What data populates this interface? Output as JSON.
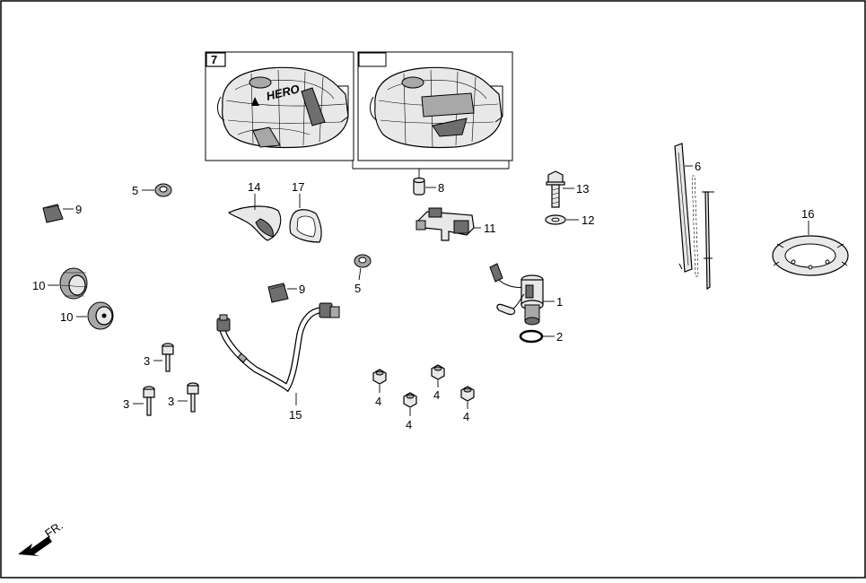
{
  "labels": {
    "p1": "1",
    "p2": "2",
    "p3a": "3",
    "p3b": "3",
    "p3c": "3",
    "p4a": "4",
    "p4b": "4",
    "p4c": "4",
    "p4d": "4",
    "p5a": "5",
    "p5b": "5",
    "p6": "6",
    "p7": "7",
    "p8": "8",
    "p9a": "9",
    "p9b": "9",
    "p10a": "10",
    "p10b": "10",
    "p11": "11",
    "p12": "12",
    "p13": "13",
    "p14": "14",
    "p15": "15",
    "p16": "16",
    "p17": "17"
  },
  "tank_brand": "HERO",
  "direction_label": "FR.",
  "colors": {
    "ink": "#000000",
    "part_fill": "#e8e8e8",
    "shade": "#6e6e6e",
    "background": "#ffffff"
  }
}
